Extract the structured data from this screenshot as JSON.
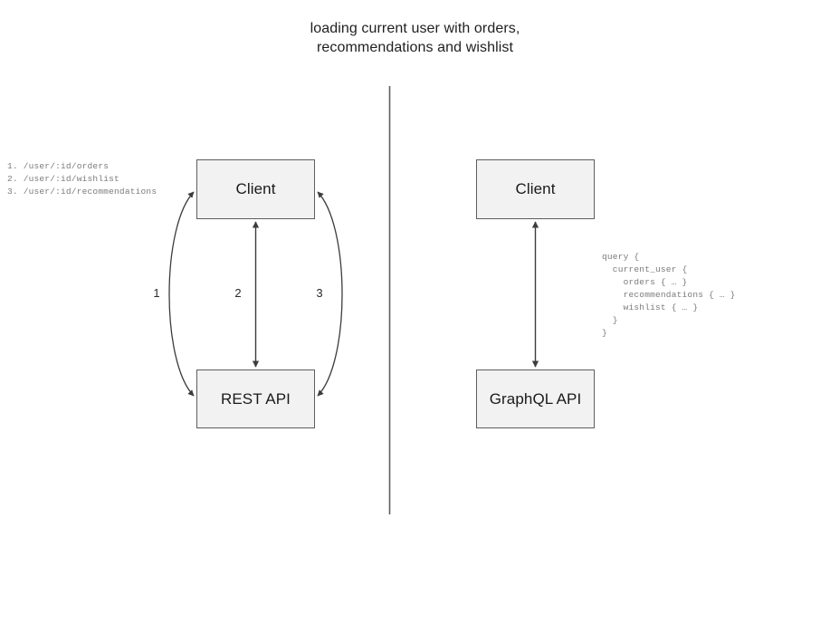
{
  "diagram": {
    "title": "loading current user with orders,\nrecommendations and wishlist",
    "divider": {
      "name": "vertical-divider",
      "color": "#5e5e5e"
    },
    "left_panel": {
      "name": "rest-api-panel",
      "nodes": [
        {
          "id": "client-rest",
          "label": "Client"
        },
        {
          "id": "rest-api",
          "label": "REST API"
        }
      ],
      "edge_labels": [
        "1",
        "2",
        "3"
      ],
      "endpoints_listing": "1. /user/:id/orders\n2. /user/:id/wishlist\n3. /user/:id/recommendations",
      "endpoints": [
        {
          "number": "1.",
          "path": "/user/:id/orders"
        },
        {
          "number": "2.",
          "path": "/user/:id/wishlist"
        },
        {
          "number": "3.",
          "path": "/user/:id/recommendations"
        }
      ]
    },
    "right_panel": {
      "name": "graphql-api-panel",
      "nodes": [
        {
          "id": "client-graphql",
          "label": "Client"
        },
        {
          "id": "graphql-api",
          "label": "GraphQL API"
        }
      ],
      "query": "query {\n  current_user {\n    orders { … }\n    recommendations { … }\n    wishlist { … }\n  }\n}"
    },
    "colors": {
      "box_fill": "#f2f2f2",
      "box_border": "#5e5e5e",
      "arrow": "#3c3c3c",
      "code_text": "#7b7b7b",
      "title_text": "#1f1f1f"
    }
  }
}
